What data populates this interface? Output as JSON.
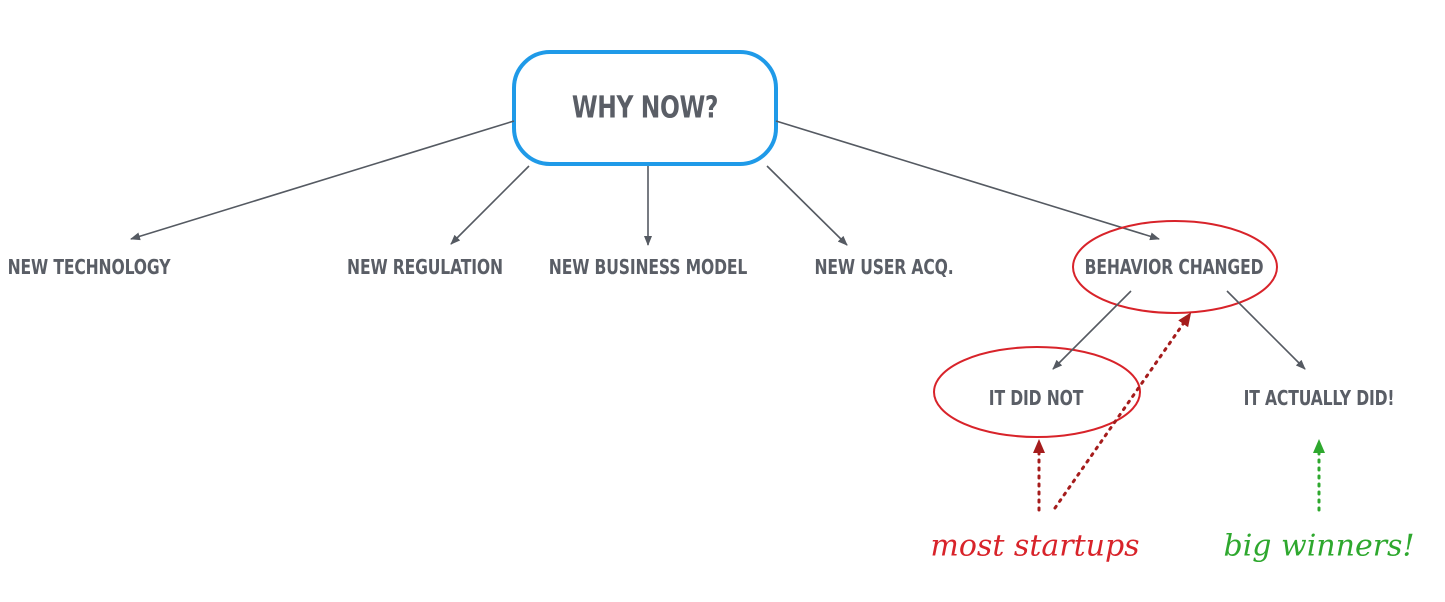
{
  "root": {
    "label": "WHY NOW?",
    "border_color": "#1f9ae8"
  },
  "branches": [
    {
      "id": "tech",
      "label": "NEW TECHNOLOGY"
    },
    {
      "id": "reg",
      "label": "NEW REGULATION"
    },
    {
      "id": "biz",
      "label": "NEW BUSINESS MODEL"
    },
    {
      "id": "acq",
      "label": "NEW USER ACQ."
    },
    {
      "id": "beh",
      "label": "BEHAVIOR CHANGED",
      "highlighted": true
    }
  ],
  "sub_branches": [
    {
      "id": "did_not",
      "label": "IT DID NOT",
      "highlighted": true
    },
    {
      "id": "did",
      "label": "IT ACTUALLY DID!"
    }
  ],
  "annotations": [
    {
      "id": "most",
      "label": "most startups",
      "color": "#d8232a"
    },
    {
      "id": "winners",
      "label": "big winners!",
      "color": "#2ea82e"
    }
  ],
  "colors": {
    "text": "#5a5e66",
    "line": "#555a62",
    "highlight": "#d8232a",
    "dotted_red": "#a51c1c",
    "dotted_green": "#2ea82e"
  }
}
